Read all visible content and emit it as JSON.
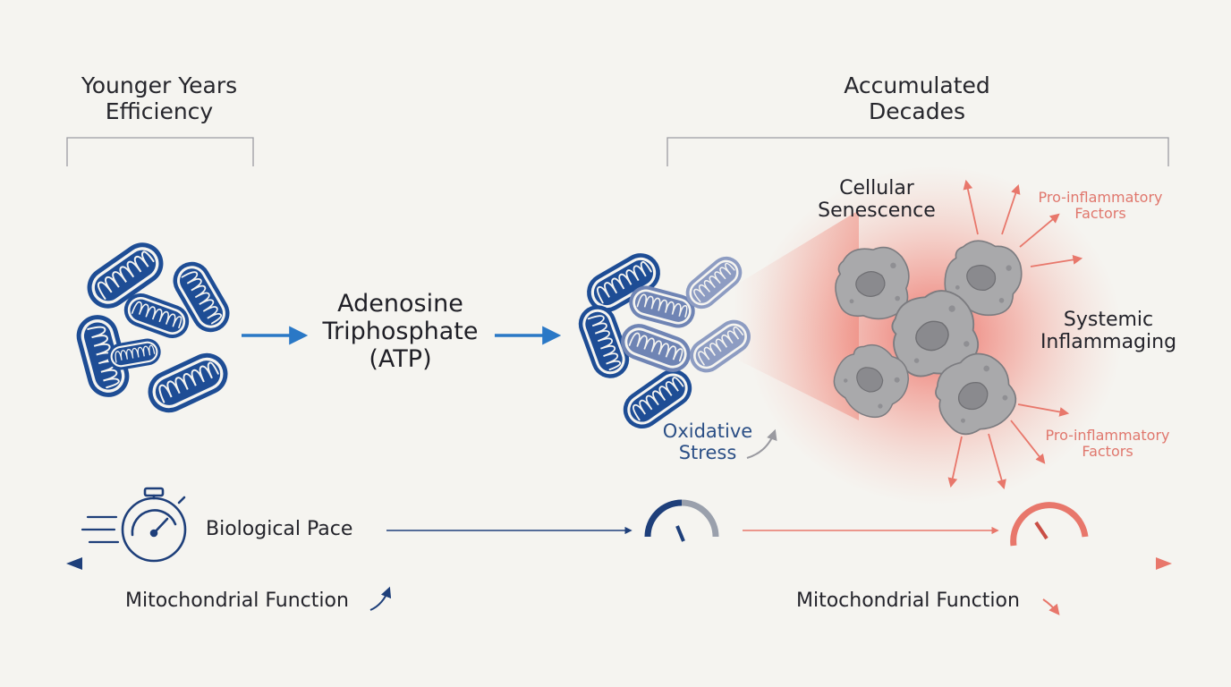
{
  "left_header": {
    "line1": "Younger Years",
    "line2": "Efficiency"
  },
  "right_header": {
    "line1": "Accumulated",
    "line2": "Decades"
  },
  "atp": {
    "line1": "Adenosine",
    "line2": "Triphosphate",
    "line3": "(ATP)"
  },
  "senescence": {
    "line1": "Cellular",
    "line2": "Senescence"
  },
  "inflammaging": {
    "line1": "Systemic",
    "line2": "Inflammaging"
  },
  "pro_inflammatory_top": {
    "line1": "Pro-inflammatory",
    "line2": "Factors"
  },
  "pro_inflammatory_bottom": {
    "line1": "Pro-inflammatory",
    "line2": "Factors"
  },
  "oxidative_stress": {
    "line1": "Oxidative",
    "line2": "Stress"
  },
  "biological_pace": "Biological Pace",
  "mito_left": "Mitochondrial Function",
  "mito_right": "Mitochondrial Function",
  "colors": {
    "healthy_blue": "#1e4d95",
    "arrow_blue": "#2a78c6",
    "faded_blue": "#6f84b4",
    "inflammation_red": "#e8776b",
    "cell_gray": "#a9a9ab",
    "background": "#f5f4f0"
  },
  "icons": [
    "mitochondrion-icon",
    "stopwatch-icon",
    "gauge-icon",
    "arrow-icon",
    "senescent-cell-icon"
  ]
}
